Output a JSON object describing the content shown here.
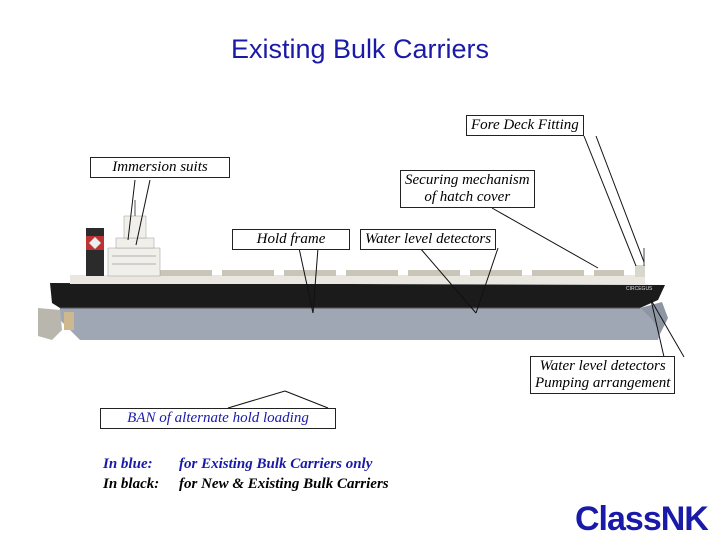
{
  "title": "Existing Bulk Carriers",
  "ship": {
    "name_plate": "CIRCEGUS",
    "colors": {
      "hull_top": "#1b1b1b",
      "hull_bottom": "#9ea7b3",
      "deck": "#e9e7e0",
      "funnel": "#2b2b2b"
    }
  },
  "callouts": {
    "fore_deck": "Fore Deck Fitting",
    "immersion": "Immersion suits",
    "securing_1": "Securing mechanism",
    "securing_2": "of hatch cover",
    "hold_frame": "Hold frame",
    "water_level_top": "Water level detectors",
    "water_level_bottom_1": "Water level detectors",
    "water_level_bottom_2": "Pumping arrangement",
    "ban": "BAN of alternate hold loading"
  },
  "legend": {
    "blue_key": "In blue:",
    "blue_text": "for Existing Bulk Carriers only",
    "black_key": "In black:",
    "black_text": "for New & Existing Bulk Carriers",
    "blue_color": "#1a1aa8",
    "black_color": "#000000"
  },
  "logo": "ClassNK"
}
